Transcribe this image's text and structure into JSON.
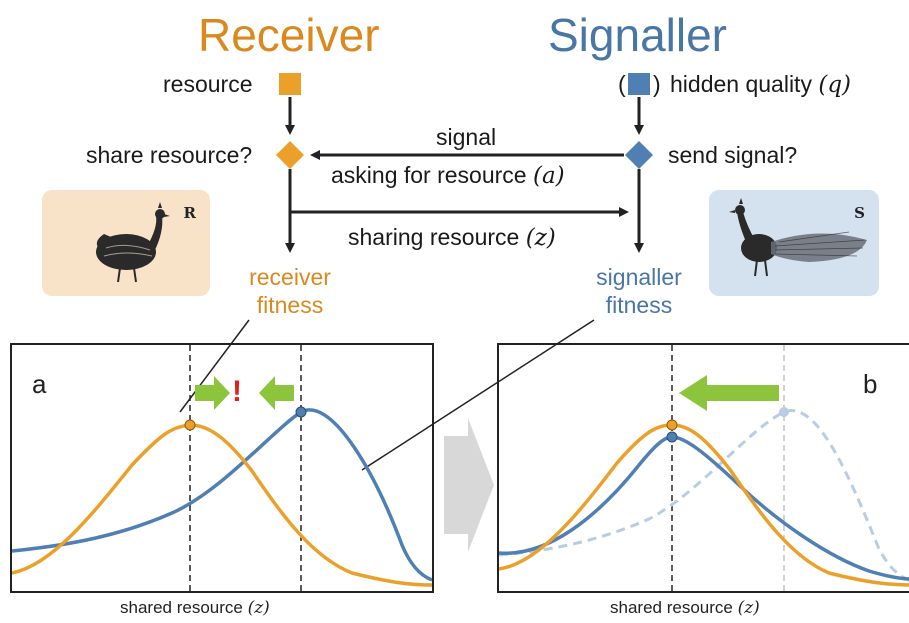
{
  "receiver": {
    "title": "Receiver",
    "resource_label": "resource",
    "decision_label": "share resource?",
    "fitness_line1": "receiver",
    "fitness_line2": "fitness",
    "badge": "R",
    "color": "#d9891e",
    "box_bg": "#f8e3c9"
  },
  "signaller": {
    "title": "Signaller",
    "quality_label": "hidden quality",
    "quality_symbol": "(q)",
    "decision_label": "send signal?",
    "fitness_line1": "signaller",
    "fitness_line2": "fitness",
    "badge": "S",
    "color": "#4a76a6",
    "box_bg": "#d4e1ef"
  },
  "arrows": {
    "signal_label": "signal",
    "asking_label": "asking for resource",
    "asking_symbol": "(a)",
    "sharing_label": "sharing resource",
    "sharing_symbol": "(z)"
  },
  "panels": [
    {
      "label": "a",
      "xlabel": "shared resource",
      "xsymbol": "(z)",
      "warning": "!"
    },
    {
      "label": "b",
      "xlabel": "shared resource",
      "xsymbol": "(z)"
    }
  ],
  "colors": {
    "receiver_curve": "#eba02a",
    "signaller_curve": "#4f7fb3",
    "ghost_curve": "#b9cde2",
    "green_arrow": "#8cc43c",
    "warning": "#e02020",
    "transition_arrow": "#d8d8d8"
  },
  "icons": [
    "peahen-icon",
    "peacock-icon"
  ]
}
